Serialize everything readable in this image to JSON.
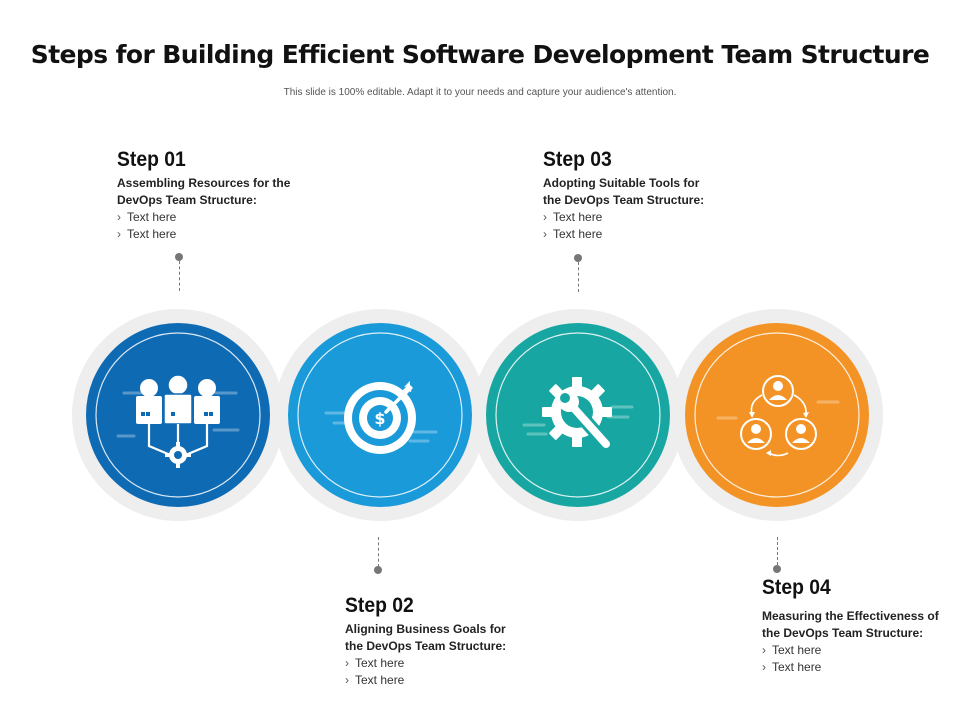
{
  "title": "Steps for Building Efficient Software Development Team Structure",
  "subtitle": "This slide is 100% editable. Adapt it to your needs and capture your audience's attention.",
  "colors": {
    "step1": "#0f6ab4",
    "step2": "#1a9ad9",
    "step3": "#17a6a1",
    "step4": "#f39325",
    "ring": "#eeeeee"
  },
  "steps": [
    {
      "title": "Step 01",
      "desc_line1": "Assembling Resources for the",
      "desc_line2": "DevOps Team Structure:",
      "bullets": [
        "Text here",
        "Text here"
      ],
      "icon": "team-network-icon"
    },
    {
      "title": "Step 02",
      "desc_line1": "Aligning Business Goals for",
      "desc_line2": "the DevOps Team Structure:",
      "bullets": [
        "Text here",
        "Text here"
      ],
      "icon": "target-dollar-icon"
    },
    {
      "title": "Step 03",
      "desc_line1": "Adopting Suitable Tools for",
      "desc_line2": "the DevOps Team Structure:",
      "bullets": [
        "Text here",
        "Text here"
      ],
      "icon": "gear-wrench-icon"
    },
    {
      "title": "Step 04",
      "desc_line1": "Measuring the Effectiveness of",
      "desc_line2": "the DevOps Team Structure:",
      "bullets": [
        "Text here",
        "Text here"
      ],
      "icon": "people-cycle-icon"
    }
  ]
}
